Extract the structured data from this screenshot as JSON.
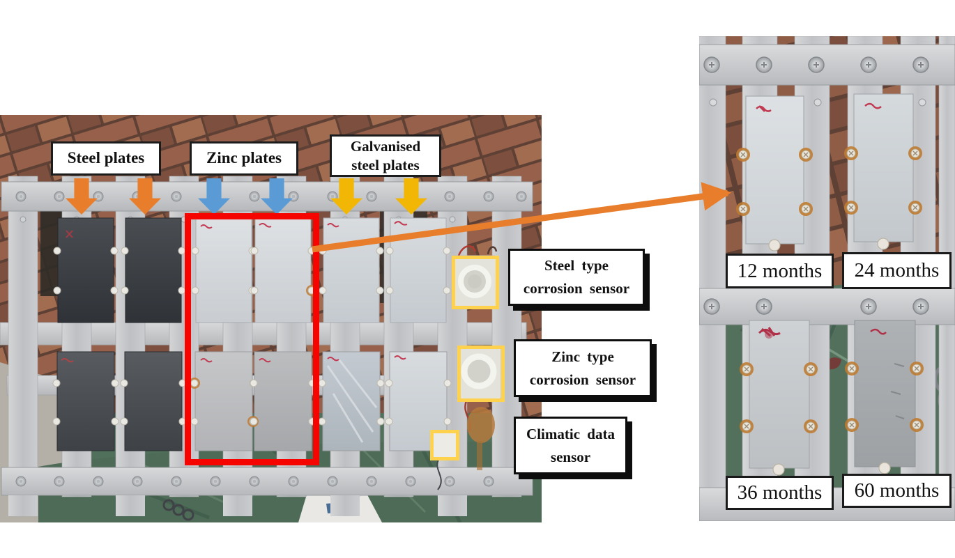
{
  "figure": {
    "left_photo": {
      "group_labels": [
        {
          "line1": "Steel plates",
          "line2": ""
        },
        {
          "line1": "Zinc plates",
          "line2": ""
        },
        {
          "line1": "Galvanised",
          "line2": "steel plates"
        }
      ],
      "sensor_labels": [
        {
          "line1": "Steel type",
          "line2": "corrosion sensor"
        },
        {
          "line1": "Zinc type",
          "line2": "corrosion sensor"
        },
        {
          "line1": "Climatic data",
          "line2": "sensor"
        }
      ]
    },
    "right_photo": {
      "duration_labels": [
        "12 months",
        "24 months",
        "36 months",
        "60 months"
      ]
    },
    "colors": {
      "steel_arrow": "#e87e2b",
      "zinc_arrow": "#5b9bd5",
      "galvanised_arrow": "#f2b705",
      "highlight_rectangle": "#f50400",
      "sensor_highlight_box": "#ffd24d",
      "connector_arrow": "#e87e2b",
      "label_border": "#111111"
    }
  }
}
